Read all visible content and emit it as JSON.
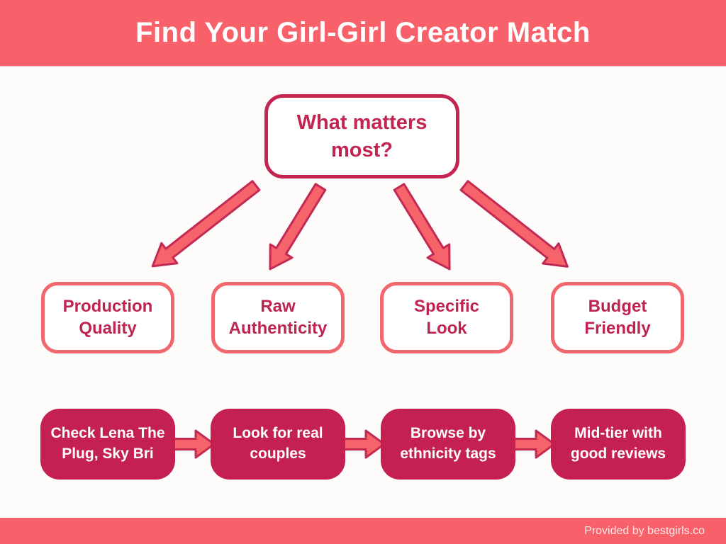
{
  "header": {
    "title": "Find Your Girl-Girl Creator Match"
  },
  "diagram": {
    "root": {
      "label": "What matters most?"
    },
    "options": [
      {
        "label": "Production Quality"
      },
      {
        "label": "Raw Authenticity"
      },
      {
        "label": "Specific Look"
      },
      {
        "label": "Budget Friendly"
      }
    ],
    "actions": [
      {
        "label": "Check Lena The Plug, Sky Bri"
      },
      {
        "label": "Look for real couples"
      },
      {
        "label": "Browse by ethnicity tags"
      },
      {
        "label": "Mid-tier with good reviews"
      }
    ]
  },
  "footer": {
    "credit": "Provided by bestgirls.co"
  },
  "colors": {
    "coral": "#f8606a",
    "coral-border": "#f0686e",
    "arrow-fill": "#f6636b",
    "arrow-stroke": "#c32a53",
    "crimson": "#c2254f",
    "crimson-text": "#be2450",
    "box-fill": "#c42052",
    "bg": "#fdfcfb",
    "footer-text": "rgba(255,255,255,0.85)"
  }
}
